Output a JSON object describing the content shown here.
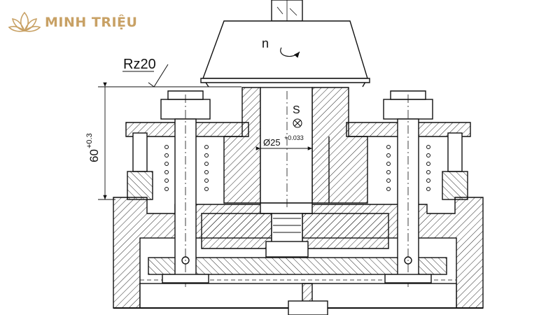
{
  "brand": {
    "name": "MINH TRIỆU",
    "color": "#c8a165"
  },
  "labels": {
    "roughness": "Rz20",
    "rotation": "n",
    "feed": "S",
    "diameter_base": "Ø25",
    "diameter_tol": "+0.033",
    "height_base": "60",
    "height_tol": "+0.3"
  },
  "icons": {
    "logo": "lotus-icon"
  },
  "colors": {
    "line": "#111111",
    "background": "#ffffff"
  }
}
